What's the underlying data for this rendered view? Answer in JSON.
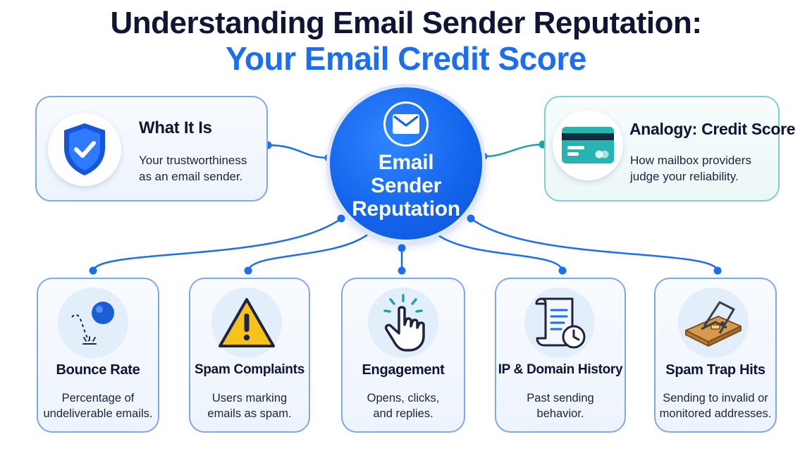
{
  "title": {
    "line1": "Understanding Email Sender Reputation:",
    "line2": "Your Email Credit Score"
  },
  "hub": {
    "icon": "envelope-icon",
    "line1": "Email",
    "line2": "Sender",
    "line3": "Reputation"
  },
  "what_it_is": {
    "icon": "shield-check-icon",
    "title": "What It Is",
    "desc_line1": "Your trustworthiness",
    "desc_line2": "as an email sender."
  },
  "analogy": {
    "icon": "credit-card-icon",
    "title": "Analogy: Credit Score",
    "desc_line1": "How mailbox providers",
    "desc_line2": "judge your reliability."
  },
  "factors": [
    {
      "icon": "bouncing-ball-icon",
      "title": "Bounce Rate",
      "desc_line1": "Percentage of",
      "desc_line2": "undeliverable emails."
    },
    {
      "icon": "warning-triangle-icon",
      "title": "Spam Complaints",
      "desc_line1": "Users marking",
      "desc_line2": "emails as spam."
    },
    {
      "icon": "pointer-click-icon",
      "title": "Engagement",
      "desc_line1": "Opens, clicks,",
      "desc_line2": "and replies."
    },
    {
      "icon": "scroll-clock-icon",
      "title": "IP & Domain History",
      "desc_line1": "Past sending",
      "desc_line2": "behavior."
    },
    {
      "icon": "mouse-trap-icon",
      "title": "Spam Trap Hits",
      "desc_line1": "Sending to invalid or",
      "desc_line2": "monitored addresses."
    }
  ],
  "colors": {
    "accent_blue": "#1a6ef2",
    "teal": "#1fa3a6",
    "dark_navy": "#0f1535"
  }
}
